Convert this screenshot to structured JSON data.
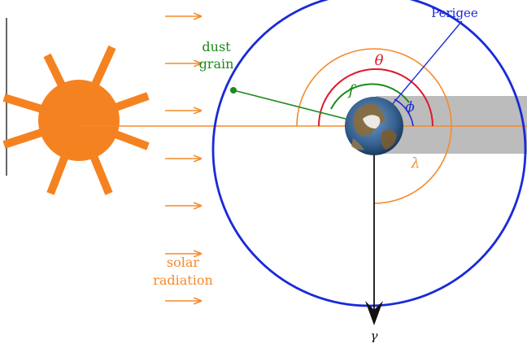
{
  "labels": {
    "perigee": "Perigee",
    "dust_line1": "dust",
    "dust_line2": "grain",
    "theta": "θ",
    "f": "f",
    "phi": "ϕ",
    "lambda": "λ",
    "gamma": "γ",
    "solar_line1": "solar",
    "solar_line2": "radiation"
  },
  "colors": {
    "sun": "#f58220",
    "orbit": "#1a2ad8",
    "green": "#1a8a1a",
    "red": "#e0182a",
    "orange": "#f58a2a",
    "black": "#111111",
    "shadow": "#b8b8b8"
  },
  "icons": {
    "sun": "sun-icon",
    "earth": "earth-icon",
    "arrowhead": "arrowhead-icon"
  }
}
